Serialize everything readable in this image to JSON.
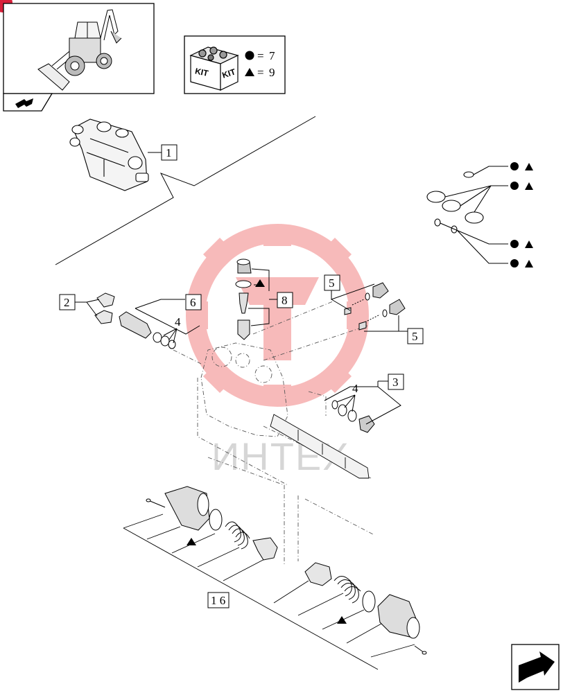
{
  "colors": {
    "line": "#000000",
    "watermark_red": "#f5a3a3",
    "watermark_gray": "#d6d6d6",
    "badge_red": "#d8203a"
  },
  "thumbnail": {
    "icon": "backhoe-loader-illustration",
    "nav_icon": "next-page-arrow-icon"
  },
  "kit_box": {
    "front_left": "KIT",
    "front_right": "KIT",
    "circle_count": "7",
    "triangle_count": "9",
    "equals": "="
  },
  "watermark": {
    "text": "ИНТЕХ"
  },
  "callouts": {
    "c1": "1",
    "c2": "2",
    "c3": "3",
    "c4a": "4",
    "c4b": "4",
    "c5a": "5",
    "c5b": "5",
    "c6": "6",
    "c8": "8",
    "c16": "1 6"
  },
  "corner_icon": "next-page-arrow-icon"
}
